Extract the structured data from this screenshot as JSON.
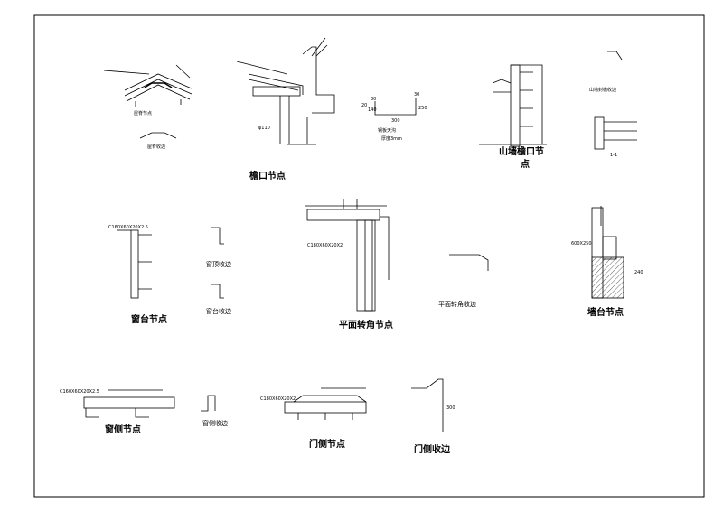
{
  "colors": {
    "line": "#000000",
    "background": "#ffffff"
  },
  "details": {
    "eave_node": "檐口节点",
    "gable_eave_node": "山墙檐口节",
    "gable_eave_node_2": "点",
    "window_sill_node": "窗台节点",
    "window_top_flashing": "窗顶收边",
    "window_sill_flashing": "窗台收边",
    "roof_corner_node": "平面转角节点",
    "roof_corner_flashing": "平面转角收边",
    "wall_sill_node": "墙台节点",
    "window_side_node": "窗侧节点",
    "window_side_flashing": "窗侧收边",
    "door_side_node": "门侧节点",
    "door_side_flashing": "门侧收边"
  },
  "annotations": {
    "ridge_note": "屋脊节点",
    "ridge_sub": "屋脊收边",
    "gutter_note": "钢板天沟",
    "gutter_thk": "厚度3mm",
    "gutter_dims": [
      "30",
      "140",
      "300",
      "30",
      "250",
      "20"
    ],
    "phi110": "φ110",
    "gable_flashing": "山墙封檐收边",
    "section_11": "1-1",
    "purlin_a": "C160X60X20X2.5",
    "purlin_b": "C160X60X20X2.5",
    "purlin_c": "C180X60X20X2",
    "purlin_d": "C180X60X20X2",
    "wall_dim": "600X250",
    "wall_dim2": "240",
    "door_dim": "300"
  }
}
